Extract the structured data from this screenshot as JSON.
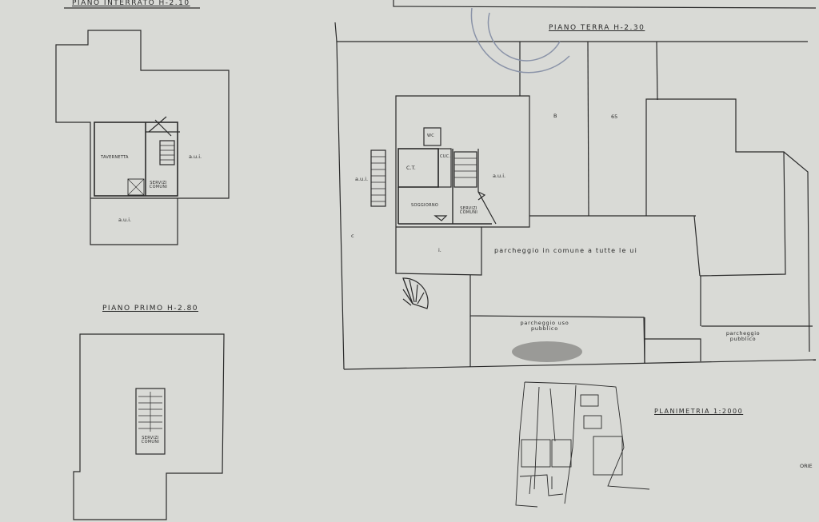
{
  "titles": {
    "basement": "PIANO   INTERRATO  H-2.10",
    "ground": "PIANO TERRA  H-2.30",
    "first": "PIANO   PRIMO  H-2.80",
    "site_plan": "PLANIMETRIA 1:2000"
  },
  "labels": {
    "tavernetta": "TAVERNETTA",
    "servizi_comuni": "SERVIZI COMUNI",
    "aui": "a.u.i.",
    "wc": "WC",
    "ct": "C.T.",
    "soggiorno": "SOGGIORNO",
    "cucina": "CUC.",
    "parcheggio_comune": "parcheggio  in  comune  a  tutte  le  ui",
    "parcheggio_uso_pubblico": "parcheggio  uso pubblico",
    "parcheggio_pubblico": "parcheggio pubblico",
    "lot_b": "B",
    "lot_65": "65",
    "lot_c": "c",
    "lot_i": "i.",
    "orientation": "ORIE"
  },
  "colors": {
    "paper": "#d9dad6",
    "ink": "#2b2b2b",
    "stamp": "#8a93a8",
    "redaction": "#8e8e8c"
  }
}
